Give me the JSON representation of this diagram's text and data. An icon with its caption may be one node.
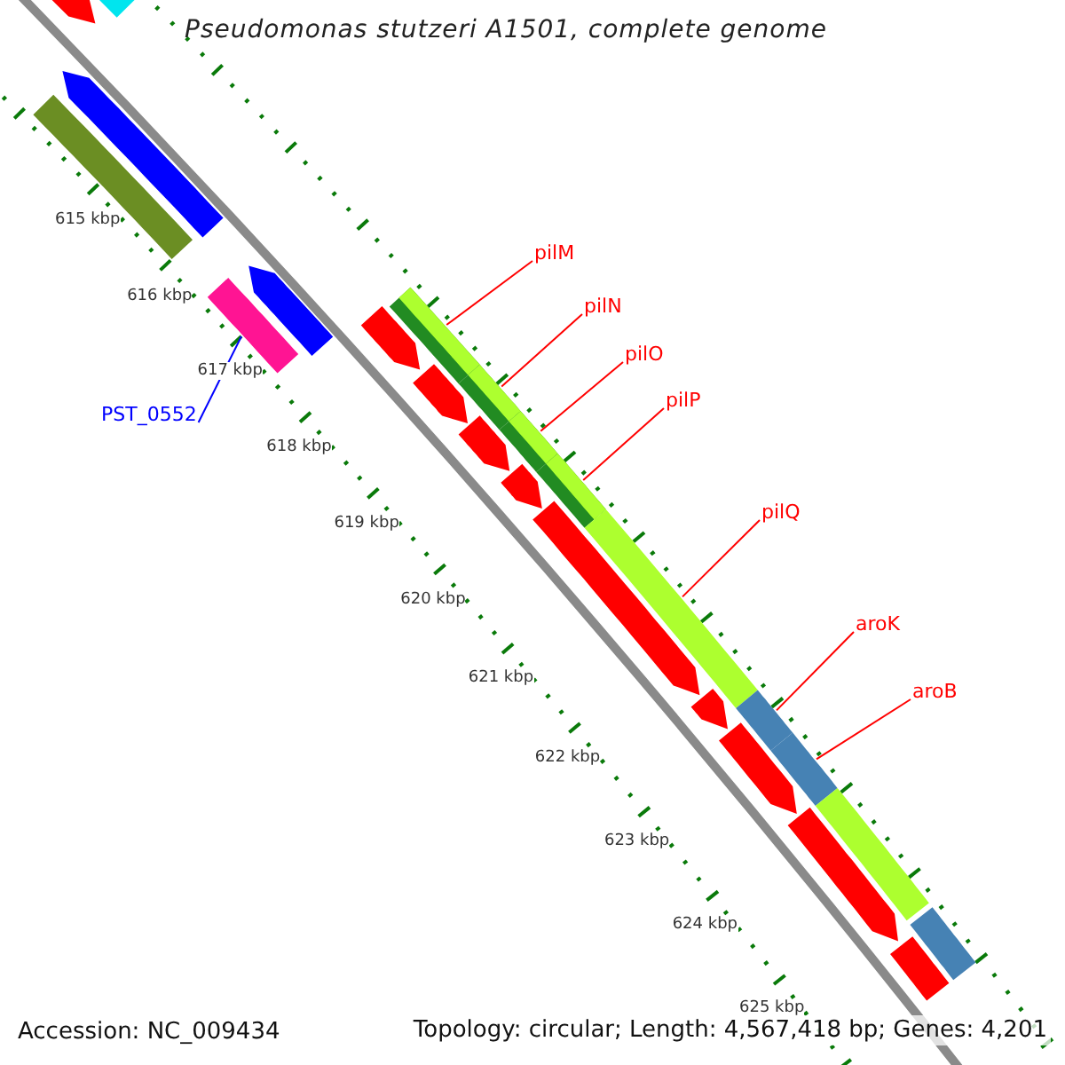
{
  "diagram": {
    "title": "Pseudomonas stutzeri A1501, complete genome",
    "nodes": [
      {
        "text": [
          "pilM"
        ]
      },
      {
        "text": [
          "pilN"
        ]
      },
      {
        "text": [
          "pilO"
        ]
      },
      {
        "text": [
          "pilP"
        ]
      },
      {
        "text": [
          "pilQ"
        ]
      },
      {
        "text": [
          "aroK"
        ]
      },
      {
        "text": [
          "aroB"
        ]
      },
      {
        "text": [
          "PST_0552"
        ]
      },
      {
        "text": [],
        "shape": "bar"
      },
      {
        "text": [],
        "shape": "bar"
      },
      {
        "text": [],
        "shape": "bar"
      },
      {
        "text": [],
        "shape": "bar"
      },
      {
        "text": [],
        "shape": "bar"
      },
      {
        "text": [],
        "shape": "bar"
      },
      {
        "text": [],
        "shape": "bar"
      },
      {
        "text": [],
        "shape": "bar"
      },
      {
        "text": [],
        "shape": "bar"
      },
      {
        "text": [],
        "shape": "bar"
      },
      {
        "text": [],
        "shape": "bar"
      },
      {
        "text": [],
        "shape": "bar"
      },
      {
        "text": [],
        "shape": "bar"
      },
      {
        "text": [],
        "shape": "bar"
      },
      {
        "text": [],
        "shape": "bar"
      },
      {
        "text": [],
        "shape": "bar"
      },
      {
        "text": [],
        "shape": "bar"
      },
      {
        "text": [],
        "shape": "bar"
      },
      {
        "text": [],
        "shape": "bar"
      },
      {
        "text": [],
        "shape": "bar"
      },
      {
        "text": [],
        "shape": "bar"
      },
      {
        "text": [],
        "shape": "bar"
      },
      {
        "text": [],
        "shape": "bar"
      },
      {
        "text": [],
        "shape": "bar"
      }
    ],
    "edges": [
      {
        "from": 0,
        "to": 8,
        "arrow": "none"
      },
      {
        "from": 1,
        "to": 9,
        "arrow": "none"
      },
      {
        "from": 2,
        "to": 10,
        "arrow": "none"
      },
      {
        "from": 3,
        "to": 11,
        "arrow": "none"
      },
      {
        "from": 4,
        "to": 12,
        "arrow": "none"
      },
      {
        "from": 5,
        "to": 13,
        "arrow": "none"
      },
      {
        "from": 6,
        "to": 14,
        "arrow": "none"
      },
      {
        "from": 7,
        "to": 15,
        "arrow": "none",
        "color": "#0000ff"
      }
    ],
    "labels": [
      "615 kbp",
      "616 kbp",
      "617 kbp",
      "618 kbp",
      "619 kbp",
      "620 kbp",
      "621 kbp",
      "622 kbp",
      "623 kbp",
      "624 kbp",
      "625 kbp",
      "Accession: NC_009434",
      "Topology: circular; Length: 4,567,418 bp; Genes: 4,201"
    ]
  }
}
